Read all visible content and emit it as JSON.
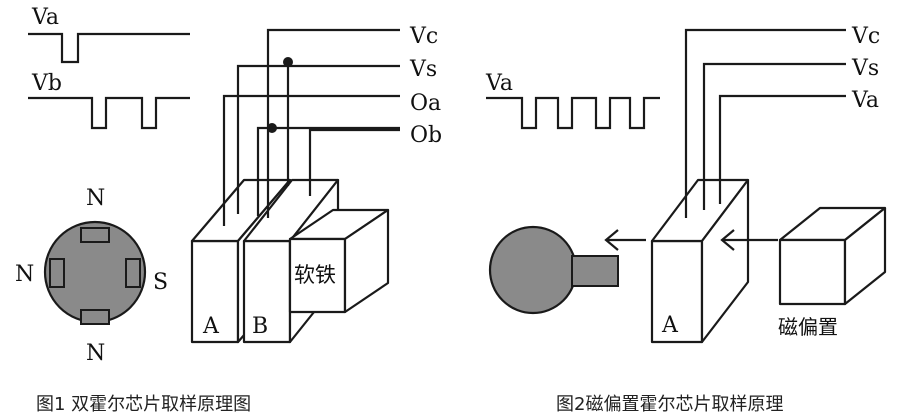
{
  "figure1": {
    "signals": {
      "va": "Va",
      "vb": "Vb"
    },
    "lines": {
      "vc": "Vc",
      "vs": "Vs",
      "oa": "Oa",
      "ob": "Ob"
    },
    "chips": {
      "a": "A",
      "b": "B"
    },
    "soft_iron": "软铁",
    "poles": {
      "top": "N",
      "left": "N",
      "right": "S",
      "bottom": "N"
    },
    "caption": "图1 双霍尔芯片取样原理图"
  },
  "figure2": {
    "signal": "Va",
    "lines": {
      "vc": "Vc",
      "vs": "Vs",
      "va": "Va"
    },
    "chip": "A",
    "magnet_label": "磁偏置",
    "caption": "图2磁偏置霍尔芯片取样原理"
  },
  "colors": {
    "ink": "#1a1a1a",
    "magnet_fill": "#8a8a8a",
    "background": "#ffffff"
  }
}
